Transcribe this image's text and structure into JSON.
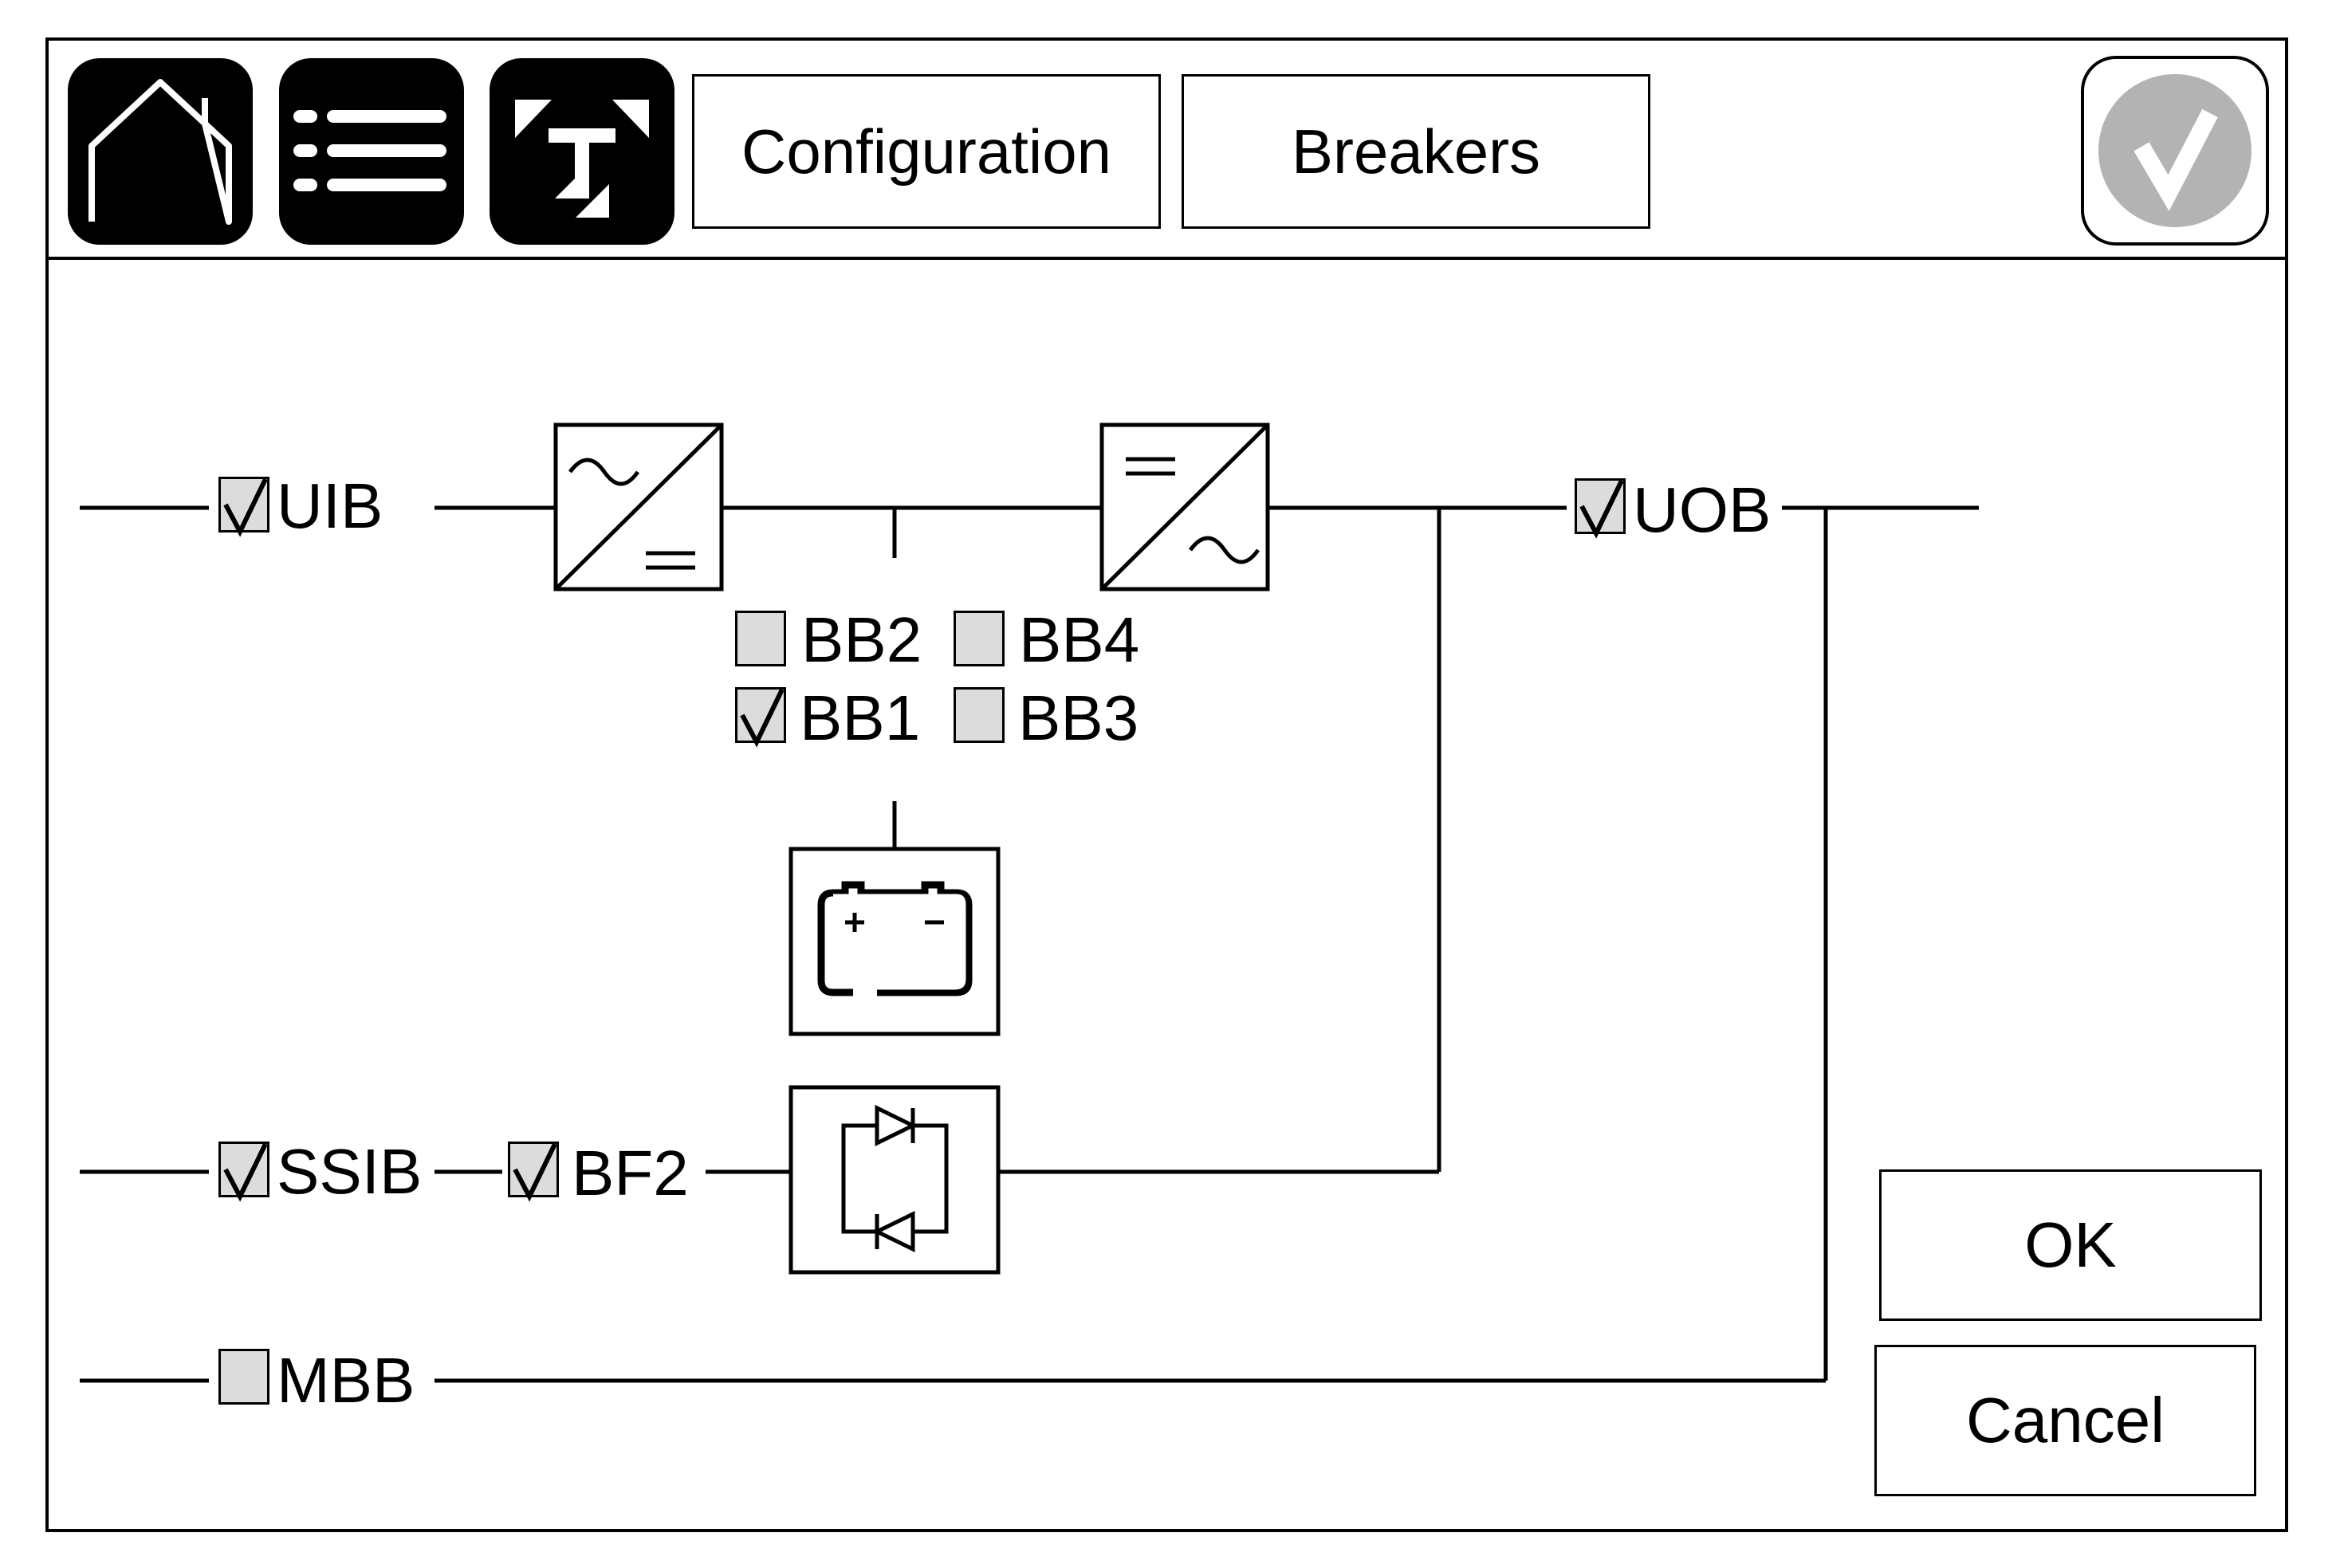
{
  "header": {
    "home_icon": "home-icon",
    "menu_icon": "list-menu-icon",
    "tools_icon": "tools-icon",
    "tab_configuration": "Configuration",
    "tab_breakers": "Breakers",
    "status_icon": "check-status-icon"
  },
  "breakers": {
    "uib": {
      "label": "UIB",
      "checked": true
    },
    "uob": {
      "label": "UOB",
      "checked": true
    },
    "bb2": {
      "label": "BB2",
      "checked": false
    },
    "bb4": {
      "label": "BB4",
      "checked": false
    },
    "bb1": {
      "label": "BB1",
      "checked": true
    },
    "bb3": {
      "label": "BB3",
      "checked": false
    },
    "ssib": {
      "label": "SSIB",
      "checked": true
    },
    "bf2": {
      "label": "BF2",
      "checked": true
    },
    "mbb": {
      "label": "MBB",
      "checked": false
    }
  },
  "components": {
    "rectifier_icon": "ac-dc-rectifier-icon",
    "inverter_icon": "dc-ac-inverter-icon",
    "battery_icon": "battery-icon",
    "static_switch_icon": "static-switch-icon"
  },
  "dialog": {
    "ok_label": "OK",
    "cancel_label": "Cancel"
  },
  "colors": {
    "checkbox_fill": "#dcdcdc",
    "status_circle": "#b3b3b3"
  }
}
